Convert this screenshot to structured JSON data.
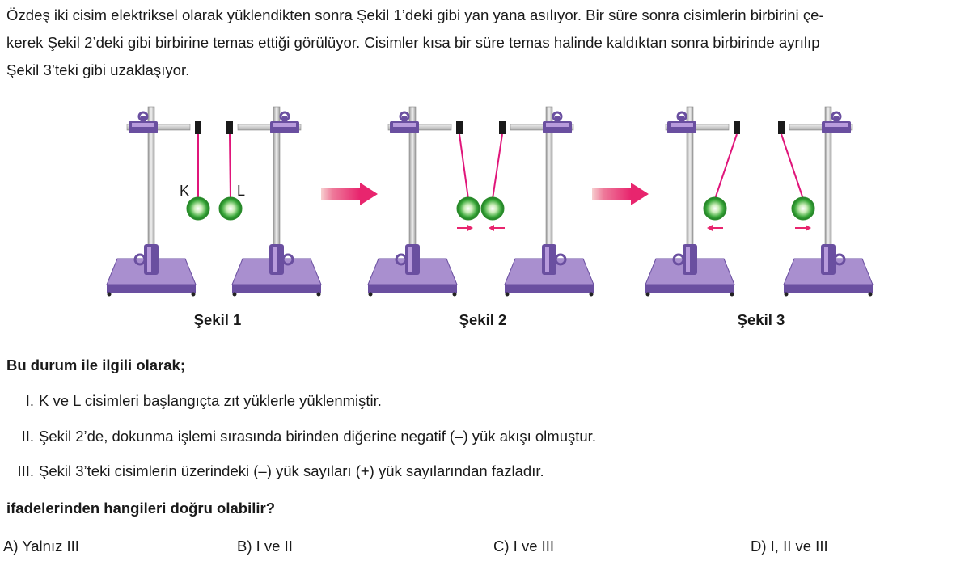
{
  "intro": {
    "lines": [
      "Özdeş iki cisim elektriksel olarak yüklendikten sonra Şekil 1’deki gibi yan yana asılıyor. Bir süre sonra cisimlerin birbirini çe-",
      "kerek Şekil 2’deki gibi birbirine temas ettiği görülüyor. Cisimler kısa bir süre temas halinde kaldıktan sonra birbirinde ayrılıp",
      "Şekil 3’teki gibi uzaklaşıyor."
    ]
  },
  "figure": {
    "label_k": "K",
    "label_l": "L",
    "captions": [
      "Şekil 1",
      "Şekil 2",
      "Şekil 3"
    ],
    "colors": {
      "stand": "#a98fcf",
      "stand_dark": "#6a4fa0",
      "rod": "#c9c9c9",
      "thread": "#e0157a",
      "sphere": "#3aa83a",
      "arrow": "#e8256e"
    }
  },
  "question": {
    "lead": "Bu durum ile ilgili olarak;",
    "statements": [
      {
        "num": "I.",
        "text": "K ve L cisimleri başlangıçta zıt yüklerle yüklenmiştir."
      },
      {
        "num": "II.",
        "text": "Şekil 2’de, dokunma işlemi sırasında birinden diğerine negatif (–) yük akışı olmuştur."
      },
      {
        "num": "III.",
        "text": "Şekil 3’teki cisimlerin üzerindeki (–) yük sayıları (+) yük sayılarından fazladır."
      }
    ],
    "prompt": "ifadelerinden hangileri doğru olabilir?",
    "options": [
      "A) Yalnız III",
      "B) I ve II",
      "C) I ve III",
      "D) I, II ve III"
    ]
  }
}
